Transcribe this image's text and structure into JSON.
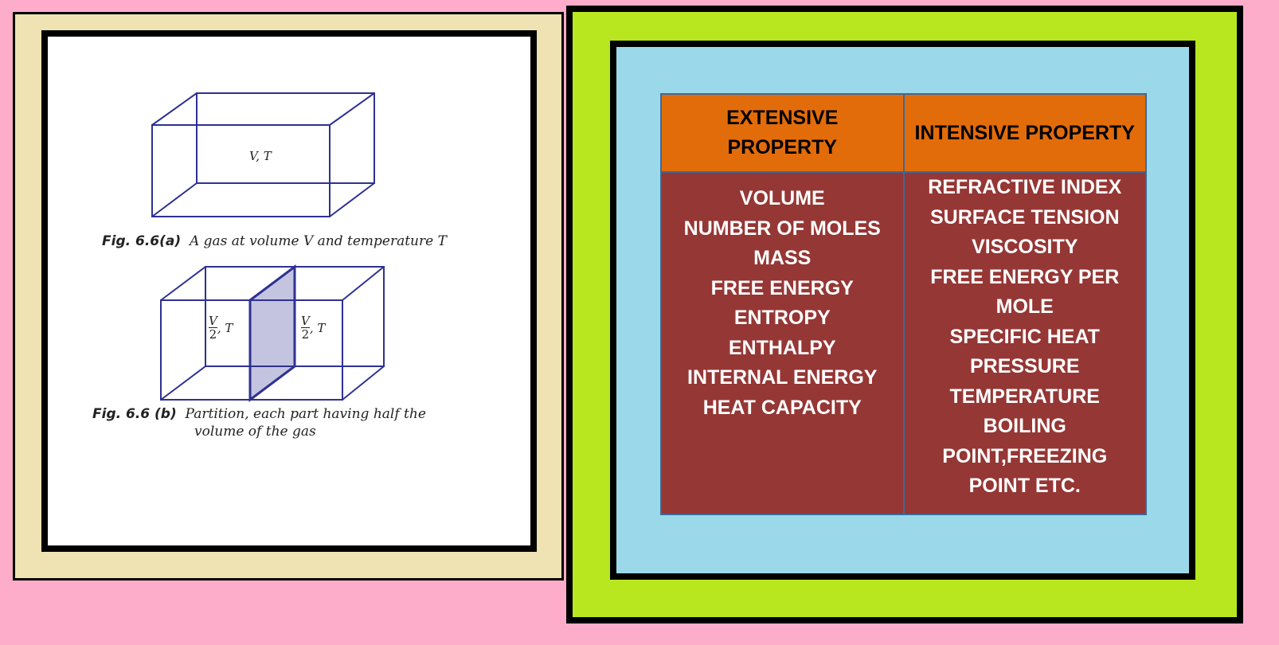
{
  "figure_a": {
    "label": "V, T",
    "caption_bold": "Fig. 6.6(a)",
    "caption_text": "A gas at volume V and temperature T"
  },
  "figure_b": {
    "label_left_num": "V",
    "label_left_den": "2",
    "label_left_rest": ", T",
    "label_right_num": "V",
    "label_right_den": "2",
    "label_right_rest": ", T",
    "caption_bold": "Fig. 6.6 (b)",
    "caption_line1": "Partition, each part having half the",
    "caption_line2": "volume of the gas"
  },
  "table": {
    "headers": [
      "EXTENSIVE PROPERTY",
      "INTENSIVE PROPERTY"
    ],
    "extensive": [
      "VOLUME",
      "NUMBER OF MOLES",
      "MASS",
      "FREE ENERGY",
      "ENTROPY",
      "ENTHALPY",
      "INTERNAL ENERGY",
      "HEAT CAPACITY"
    ],
    "intensive": [
      "REFRACTIVE INDEX",
      "SURFACE TENSION",
      "VISCOSITY",
      "FREE ENERGY PER MOLE",
      "SPECIFIC HEAT",
      "PRESSURE",
      "TEMPERATURE",
      "BOILING POINT,FREEZING POINT ETC."
    ]
  },
  "colors": {
    "background": "#fdadc9",
    "left_panel": "#efe3b3",
    "right_outer": "#b8e61f",
    "right_inner": "#9bd9ea",
    "header": "#e36c0a",
    "body": "#953735",
    "lines": "#2e3192"
  }
}
